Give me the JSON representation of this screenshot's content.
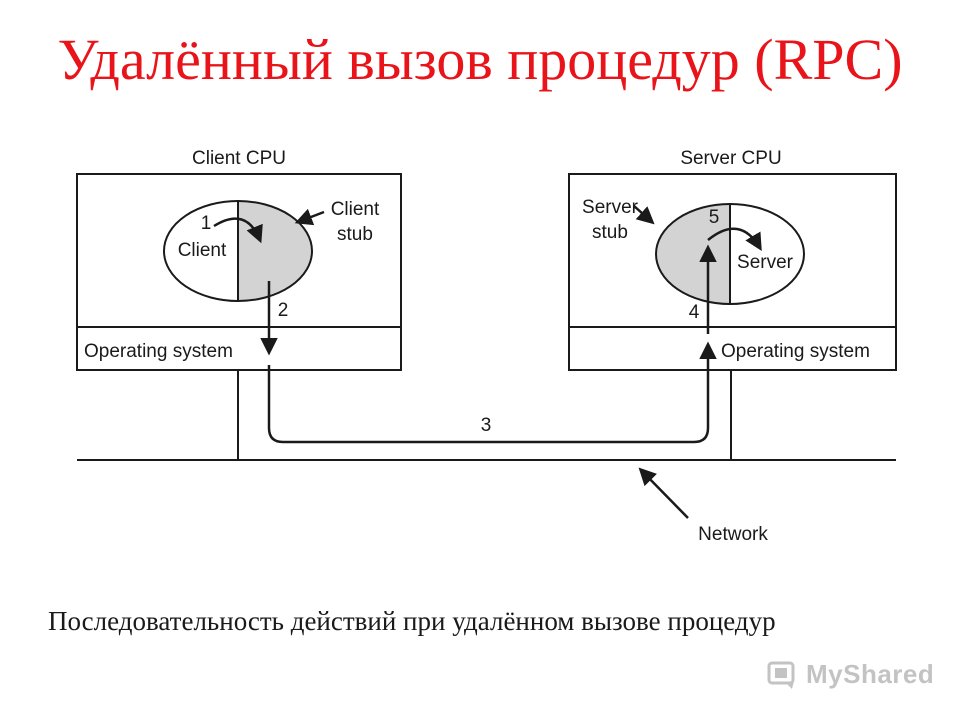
{
  "title": "Удалённый вызов процедур (RPC)",
  "caption": "Последовательность действий при удалённом вызове процедур",
  "diagram": {
    "client_cpu_label": "Client CPU",
    "server_cpu_label": "Server CPU",
    "client_label": "Client",
    "client_stub_label_1": "Client",
    "client_stub_label_2": "stub",
    "server_label": "Server",
    "server_stub_label_1": "Server",
    "server_stub_label_2": "stub",
    "os_label_client": "Operating system",
    "os_label_server": "Operating system",
    "network_label": "Network",
    "steps": [
      "1",
      "2",
      "3",
      "4",
      "5"
    ],
    "stub_fill_color": "#d3d3d3",
    "line_color": "#1a1a1a"
  },
  "watermark": {
    "text": "MyShared",
    "icon": "myshared-logo-icon"
  },
  "colors": {
    "title": "#e8141a"
  }
}
